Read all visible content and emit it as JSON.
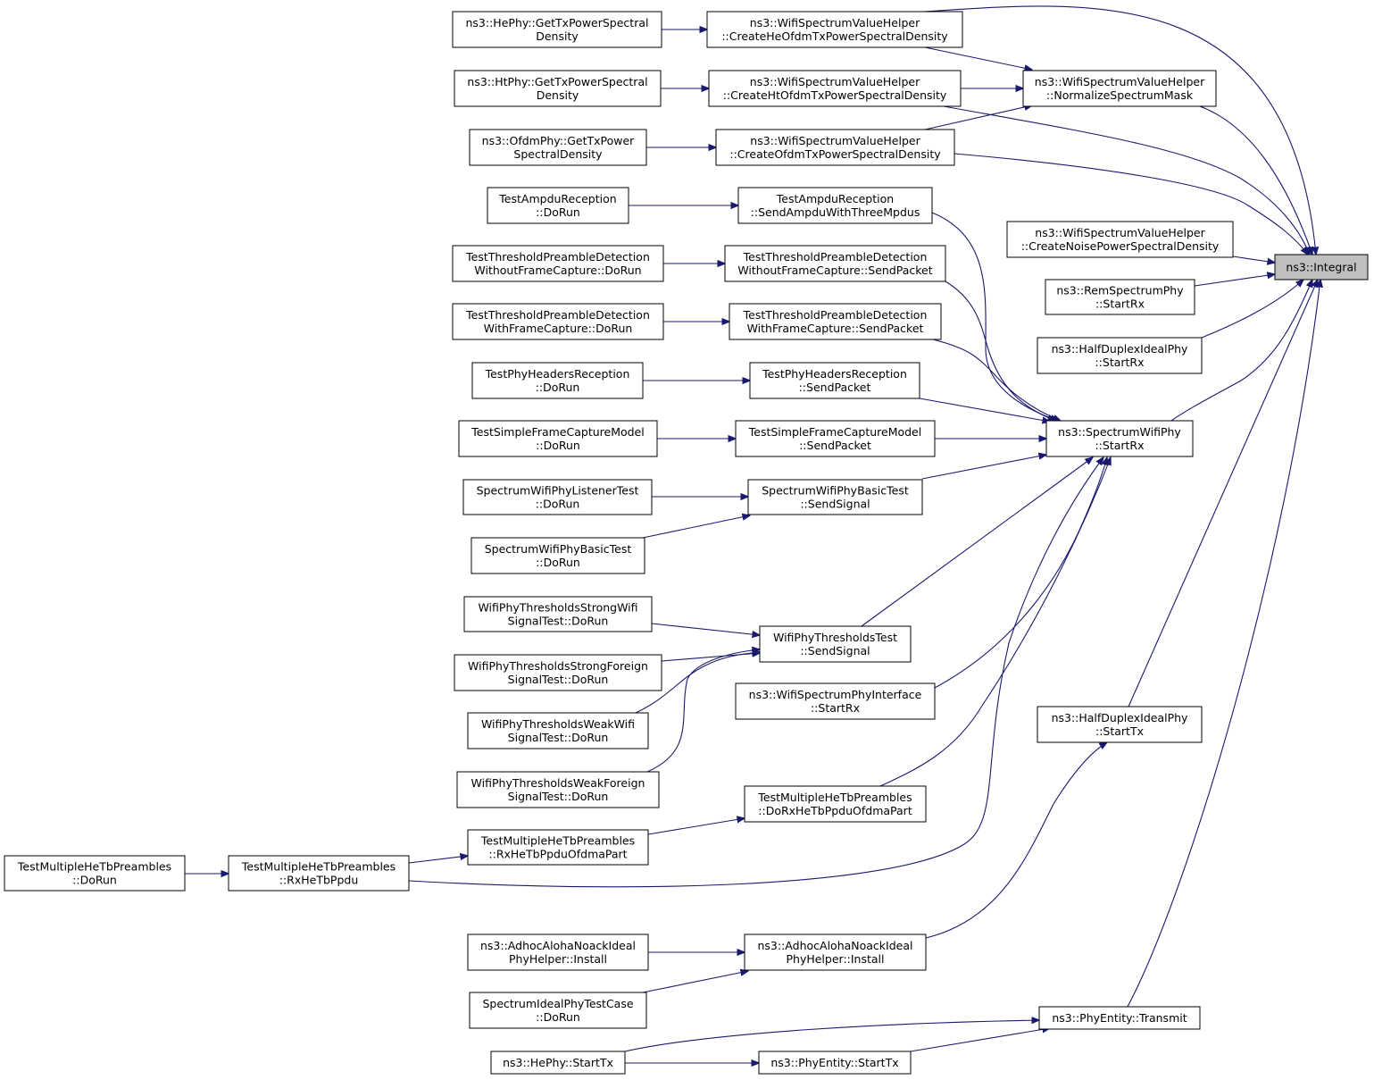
{
  "graph": {
    "root": "integral",
    "edge_color": "#191970",
    "root_fill": "#bfbfbf",
    "nodes": [
      {
        "id": "integral",
        "lines": [
          "ns3::Integral"
        ]
      },
      {
        "id": "hephy_gettx",
        "lines": [
          "ns3::HePhy::GetTxPowerSpectral",
          "Density"
        ]
      },
      {
        "id": "wsvh_createhe",
        "lines": [
          "ns3::WifiSpectrumValueHelper",
          "::CreateHeOfdmTxPowerSpectralDensity"
        ]
      },
      {
        "id": "htphy_gettx",
        "lines": [
          "ns3::HtPhy::GetTxPowerSpectral",
          "Density"
        ]
      },
      {
        "id": "wsvh_createht",
        "lines": [
          "ns3::WifiSpectrumValueHelper",
          "::CreateHtOfdmTxPowerSpectralDensity"
        ]
      },
      {
        "id": "wsvh_normalize",
        "lines": [
          "ns3::WifiSpectrumValueHelper",
          "::NormalizeSpectrumMask"
        ]
      },
      {
        "id": "ofdmphy_gettx",
        "lines": [
          "ns3::OfdmPhy::GetTxPower",
          "SpectralDensity"
        ]
      },
      {
        "id": "wsvh_createofdm",
        "lines": [
          "ns3::WifiSpectrumValueHelper",
          "::CreateOfdmTxPowerSpectralDensity"
        ]
      },
      {
        "id": "ampdu_dorun",
        "lines": [
          "TestAmpduReception",
          "::DoRun"
        ]
      },
      {
        "id": "ampdu_send",
        "lines": [
          "TestAmpduReception",
          "::SendAmpduWithThreeMpdus"
        ]
      },
      {
        "id": "wsvh_noise",
        "lines": [
          "ns3::WifiSpectrumValueHelper",
          "::CreateNoisePowerSpectralDensity"
        ]
      },
      {
        "id": "tpd_wo_dorun",
        "lines": [
          "TestThresholdPreambleDetection",
          "WithoutFrameCapture::DoRun"
        ]
      },
      {
        "id": "tpd_wo_send",
        "lines": [
          "TestThresholdPreambleDetection",
          "WithoutFrameCapture::SendPacket"
        ]
      },
      {
        "id": "rem_startrx",
        "lines": [
          "ns3::RemSpectrumPhy",
          "::StartRx"
        ]
      },
      {
        "id": "tpd_w_dorun",
        "lines": [
          "TestThresholdPreambleDetection",
          "WithFrameCapture::DoRun"
        ]
      },
      {
        "id": "tpd_w_send",
        "lines": [
          "TestThresholdPreambleDetection",
          "WithFrameCapture::SendPacket"
        ]
      },
      {
        "id": "hdip_startrx",
        "lines": [
          "ns3::HalfDuplexIdealPhy",
          "::StartRx"
        ]
      },
      {
        "id": "phr_dorun",
        "lines": [
          "TestPhyHeadersReception",
          "::DoRun"
        ]
      },
      {
        "id": "phr_send",
        "lines": [
          "TestPhyHeadersReception",
          "::SendPacket"
        ]
      },
      {
        "id": "swp_startrx",
        "lines": [
          "ns3::SpectrumWifiPhy",
          "::StartRx"
        ]
      },
      {
        "id": "sfcm_dorun",
        "lines": [
          "TestSimpleFrameCaptureModel",
          "::DoRun"
        ]
      },
      {
        "id": "sfcm_send",
        "lines": [
          "TestSimpleFrameCaptureModel",
          "::SendPacket"
        ]
      },
      {
        "id": "swplt_dorun",
        "lines": [
          "SpectrumWifiPhyListenerTest",
          "::DoRun"
        ]
      },
      {
        "id": "swpbt_send",
        "lines": [
          "SpectrumWifiPhyBasicTest",
          "::SendSignal"
        ]
      },
      {
        "id": "swpbt_dorun",
        "lines": [
          "SpectrumWifiPhyBasicTest",
          "::DoRun"
        ]
      },
      {
        "id": "wpt_strongwifi",
        "lines": [
          "WifiPhyThresholdsStrongWifi",
          "SignalTest::DoRun"
        ]
      },
      {
        "id": "wpt_send",
        "lines": [
          "WifiPhyThresholdsTest",
          "::SendSignal"
        ]
      },
      {
        "id": "wpt_strongforeign",
        "lines": [
          "WifiPhyThresholdsStrongForeign",
          "SignalTest::DoRun"
        ]
      },
      {
        "id": "wspi_startrx",
        "lines": [
          "ns3::WifiSpectrumPhyInterface",
          "::StartRx"
        ]
      },
      {
        "id": "wpt_weakwifi",
        "lines": [
          "WifiPhyThresholdsWeakWifi",
          "SignalTest::DoRun"
        ]
      },
      {
        "id": "hdip_starttx",
        "lines": [
          "ns3::HalfDuplexIdealPhy",
          "::StartTx"
        ]
      },
      {
        "id": "wpt_weakforeign",
        "lines": [
          "WifiPhyThresholdsWeakForeign",
          "SignalTest::DoRun"
        ]
      },
      {
        "id": "mhtp_dorxofdma",
        "lines": [
          "TestMultipleHeTbPreambles",
          "::DoRxHeTbPpduOfdmaPart"
        ]
      },
      {
        "id": "mhtp_rxofdma",
        "lines": [
          "TestMultipleHeTbPreambles",
          "::RxHeTbPpduOfdmaPart"
        ]
      },
      {
        "id": "mhtp_dorun",
        "lines": [
          "TestMultipleHeTbPreambles",
          "::DoRun"
        ]
      },
      {
        "id": "mhtp_rx",
        "lines": [
          "TestMultipleHeTbPreambles",
          "::RxHeTbPpdu"
        ]
      },
      {
        "id": "aanih_install_l",
        "lines": [
          "ns3::AdhocAlohaNoackIdeal",
          "PhyHelper::Install"
        ]
      },
      {
        "id": "aanih_install_r",
        "lines": [
          "ns3::AdhocAlohaNoackIdeal",
          "PhyHelper::Install"
        ]
      },
      {
        "id": "sip_dorun",
        "lines": [
          "SpectrumIdealPhyTestCase",
          "::DoRun"
        ]
      },
      {
        "id": "pe_transmit",
        "lines": [
          "ns3::PhyEntity::Transmit"
        ]
      },
      {
        "id": "hephy_starttx",
        "lines": [
          "ns3::HePhy::StartTx"
        ]
      },
      {
        "id": "pe_starttx",
        "lines": [
          "ns3::PhyEntity::StartTx"
        ]
      }
    ],
    "edges": [
      {
        "from": "hephy_gettx",
        "to": "wsvh_createhe"
      },
      {
        "from": "wsvh_createhe",
        "to": "integral"
      },
      {
        "from": "wsvh_createhe",
        "to": "wsvh_normalize"
      },
      {
        "from": "htphy_gettx",
        "to": "wsvh_createht"
      },
      {
        "from": "wsvh_createht",
        "to": "wsvh_normalize"
      },
      {
        "from": "wsvh_createht",
        "to": "integral"
      },
      {
        "from": "wsvh_normalize",
        "to": "integral"
      },
      {
        "from": "ofdmphy_gettx",
        "to": "wsvh_createofdm"
      },
      {
        "from": "wsvh_createofdm",
        "to": "wsvh_normalize"
      },
      {
        "from": "wsvh_createofdm",
        "to": "integral"
      },
      {
        "from": "wsvh_noise",
        "to": "integral"
      },
      {
        "from": "rem_startrx",
        "to": "integral"
      },
      {
        "from": "hdip_startrx",
        "to": "integral"
      },
      {
        "from": "swp_startrx",
        "to": "integral"
      },
      {
        "from": "hdip_starttx",
        "to": "integral"
      },
      {
        "from": "pe_transmit",
        "to": "integral"
      },
      {
        "from": "ampdu_dorun",
        "to": "ampdu_send"
      },
      {
        "from": "ampdu_send",
        "to": "swp_startrx"
      },
      {
        "from": "tpd_wo_dorun",
        "to": "tpd_wo_send"
      },
      {
        "from": "tpd_wo_send",
        "to": "swp_startrx"
      },
      {
        "from": "tpd_w_dorun",
        "to": "tpd_w_send"
      },
      {
        "from": "tpd_w_send",
        "to": "swp_startrx"
      },
      {
        "from": "phr_dorun",
        "to": "phr_send"
      },
      {
        "from": "phr_send",
        "to": "swp_startrx"
      },
      {
        "from": "sfcm_dorun",
        "to": "sfcm_send"
      },
      {
        "from": "sfcm_send",
        "to": "swp_startrx"
      },
      {
        "from": "swplt_dorun",
        "to": "swpbt_send"
      },
      {
        "from": "swpbt_dorun",
        "to": "swpbt_send"
      },
      {
        "from": "swpbt_send",
        "to": "swp_startrx"
      },
      {
        "from": "wpt_strongwifi",
        "to": "wpt_send"
      },
      {
        "from": "wpt_strongforeign",
        "to": "wpt_send"
      },
      {
        "from": "wpt_weakwifi",
        "to": "wpt_send"
      },
      {
        "from": "wpt_weakforeign",
        "to": "wpt_send"
      },
      {
        "from": "wpt_send",
        "to": "swp_startrx"
      },
      {
        "from": "wspi_startrx",
        "to": "swp_startrx"
      },
      {
        "from": "mhtp_dorxofdma",
        "to": "swp_startrx"
      },
      {
        "from": "mhtp_rxofdma",
        "to": "mhtp_dorxofdma"
      },
      {
        "from": "mhtp_rx",
        "to": "mhtp_rxofdma"
      },
      {
        "from": "mhtp_rx",
        "to": "swp_startrx"
      },
      {
        "from": "mhtp_dorun",
        "to": "mhtp_rx"
      },
      {
        "from": "aanih_install_l",
        "to": "aanih_install_r"
      },
      {
        "from": "sip_dorun",
        "to": "aanih_install_r"
      },
      {
        "from": "aanih_install_r",
        "to": "hdip_starttx"
      },
      {
        "from": "hephy_starttx",
        "to": "pe_transmit"
      },
      {
        "from": "hephy_starttx",
        "to": "pe_starttx"
      },
      {
        "from": "pe_starttx",
        "to": "pe_transmit"
      }
    ]
  }
}
